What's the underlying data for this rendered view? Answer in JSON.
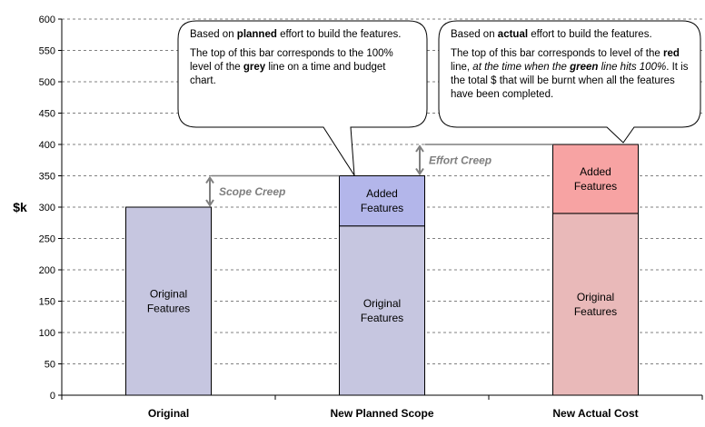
{
  "chart_data": {
    "type": "bar",
    "stacked": true,
    "ylabel": "$k",
    "ylim": [
      0,
      600
    ],
    "ytick_step": 50,
    "grid": true,
    "categories": [
      "Original",
      "New Planned Scope",
      "New Actual Cost"
    ],
    "bars": [
      {
        "category": "Original",
        "segments": [
          {
            "label": "Original Features",
            "value": 300,
            "color": "#c6c6e0"
          }
        ]
      },
      {
        "category": "New Planned Scope",
        "segments": [
          {
            "label": "Original Features",
            "value": 270,
            "color": "#c6c6e0"
          },
          {
            "label": "Added Features",
            "value": 80,
            "color": "#b3b6ea"
          }
        ]
      },
      {
        "category": "New Actual Cost",
        "segments": [
          {
            "label": "Original Features",
            "value": 290,
            "color": "#e9b9b9"
          },
          {
            "label": "Added Features",
            "value": 110,
            "color": "#f7a3a3"
          }
        ]
      }
    ],
    "annotations": [
      {
        "text": "Scope Creep",
        "from": 300,
        "to": 350,
        "between": [
          0,
          1
        ]
      },
      {
        "text": "Effort Creep",
        "from": 350,
        "to": 400,
        "between": [
          1,
          2
        ]
      }
    ],
    "callouts": [
      {
        "target_bar": 1,
        "paragraphs": [
          [
            {
              "t": "Based on "
            },
            {
              "t": "planned",
              "b": true
            },
            {
              "t": " effort to build the features."
            }
          ],
          [
            {
              "t": "The top of this bar corresponds to the 100% level of the "
            },
            {
              "t": "grey",
              "b": true
            },
            {
              "t": " line on a time and budget chart."
            }
          ]
        ]
      },
      {
        "target_bar": 2,
        "paragraphs": [
          [
            {
              "t": "Based on "
            },
            {
              "t": "actual",
              "b": true
            },
            {
              "t": " effort to build the features."
            }
          ],
          [
            {
              "t": "The top of this bar corresponds to level of the "
            },
            {
              "t": "red",
              "b": true
            },
            {
              "t": " line, "
            },
            {
              "t": "at the time when the ",
              "i": true
            },
            {
              "t": "green",
              "i": true,
              "b": true
            },
            {
              "t": " line hits 100%",
              "i": true
            },
            {
              "t": ".  It is the total $ that will be burnt when all the features have been completed."
            }
          ]
        ]
      }
    ]
  },
  "colors": {
    "grid": "#808080",
    "creep_arrow": "#7f7f7f",
    "bar_border": "#000000",
    "plot_bg": "#ffffff"
  }
}
